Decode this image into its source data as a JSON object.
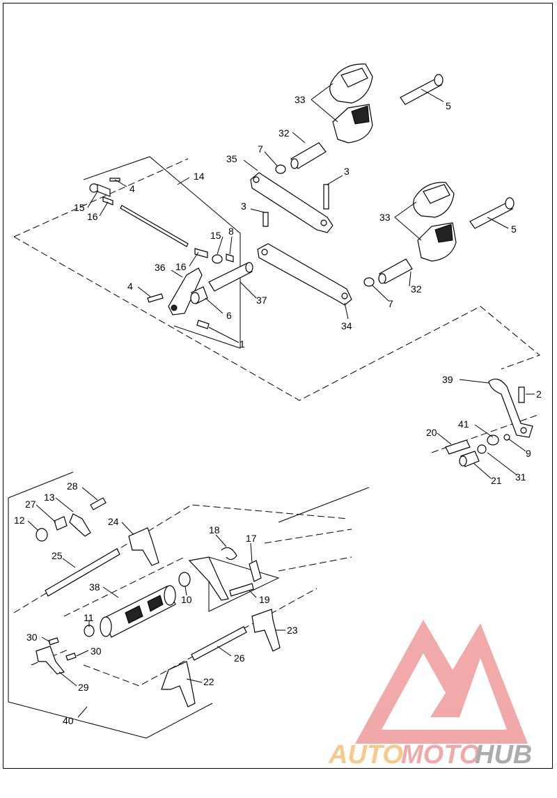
{
  "colors": {
    "logo_red": "#ef9a9a",
    "logo_orange": "#f6c07a",
    "logo_grey": "#9e9e9e",
    "line": "#000000"
  },
  "logo": {
    "part_a": "AUTO",
    "part_b": "MOTO",
    "part_c": "HUB"
  },
  "callouts": [
    {
      "id": "c33a",
      "text": "33"
    },
    {
      "id": "c5a",
      "text": "5"
    },
    {
      "id": "c32a",
      "text": "32"
    },
    {
      "id": "c7a",
      "text": "7"
    },
    {
      "id": "c35",
      "text": "35"
    },
    {
      "id": "c3a",
      "text": "3"
    },
    {
      "id": "c14",
      "text": "14"
    },
    {
      "id": "c4a",
      "text": "4"
    },
    {
      "id": "c15a",
      "text": "15"
    },
    {
      "id": "c16a",
      "text": "16"
    },
    {
      "id": "c3b",
      "text": "3"
    },
    {
      "id": "c33b",
      "text": "33"
    },
    {
      "id": "c5b",
      "text": "5"
    },
    {
      "id": "c8",
      "text": "8"
    },
    {
      "id": "c15b",
      "text": "15"
    },
    {
      "id": "c16b",
      "text": "16"
    },
    {
      "id": "c36",
      "text": "36"
    },
    {
      "id": "c4b",
      "text": "4"
    },
    {
      "id": "c37",
      "text": "37"
    },
    {
      "id": "c6",
      "text": "6"
    },
    {
      "id": "c32b",
      "text": "32"
    },
    {
      "id": "c7b",
      "text": "7"
    },
    {
      "id": "c34",
      "text": "34"
    },
    {
      "id": "c1",
      "text": "1"
    },
    {
      "id": "c39",
      "text": "39"
    },
    {
      "id": "c2",
      "text": "2"
    },
    {
      "id": "c41",
      "text": "41"
    },
    {
      "id": "c20",
      "text": "20"
    },
    {
      "id": "c9",
      "text": "9"
    },
    {
      "id": "c31",
      "text": "31"
    },
    {
      "id": "c21",
      "text": "21"
    },
    {
      "id": "c28",
      "text": "28"
    },
    {
      "id": "c27",
      "text": "27"
    },
    {
      "id": "c13",
      "text": "13"
    },
    {
      "id": "c12",
      "text": "12"
    },
    {
      "id": "c24",
      "text": "24"
    },
    {
      "id": "c18",
      "text": "18"
    },
    {
      "id": "c17",
      "text": "17"
    },
    {
      "id": "c25",
      "text": "25"
    },
    {
      "id": "c38",
      "text": "38"
    },
    {
      "id": "c10",
      "text": "10"
    },
    {
      "id": "c19",
      "text": "19"
    },
    {
      "id": "c11",
      "text": "11"
    },
    {
      "id": "c23",
      "text": "23"
    },
    {
      "id": "c30a",
      "text": "30"
    },
    {
      "id": "c30b",
      "text": "30"
    },
    {
      "id": "c26",
      "text": "26"
    },
    {
      "id": "c22",
      "text": "22"
    },
    {
      "id": "c29",
      "text": "29"
    },
    {
      "id": "c40",
      "text": "40"
    }
  ]
}
